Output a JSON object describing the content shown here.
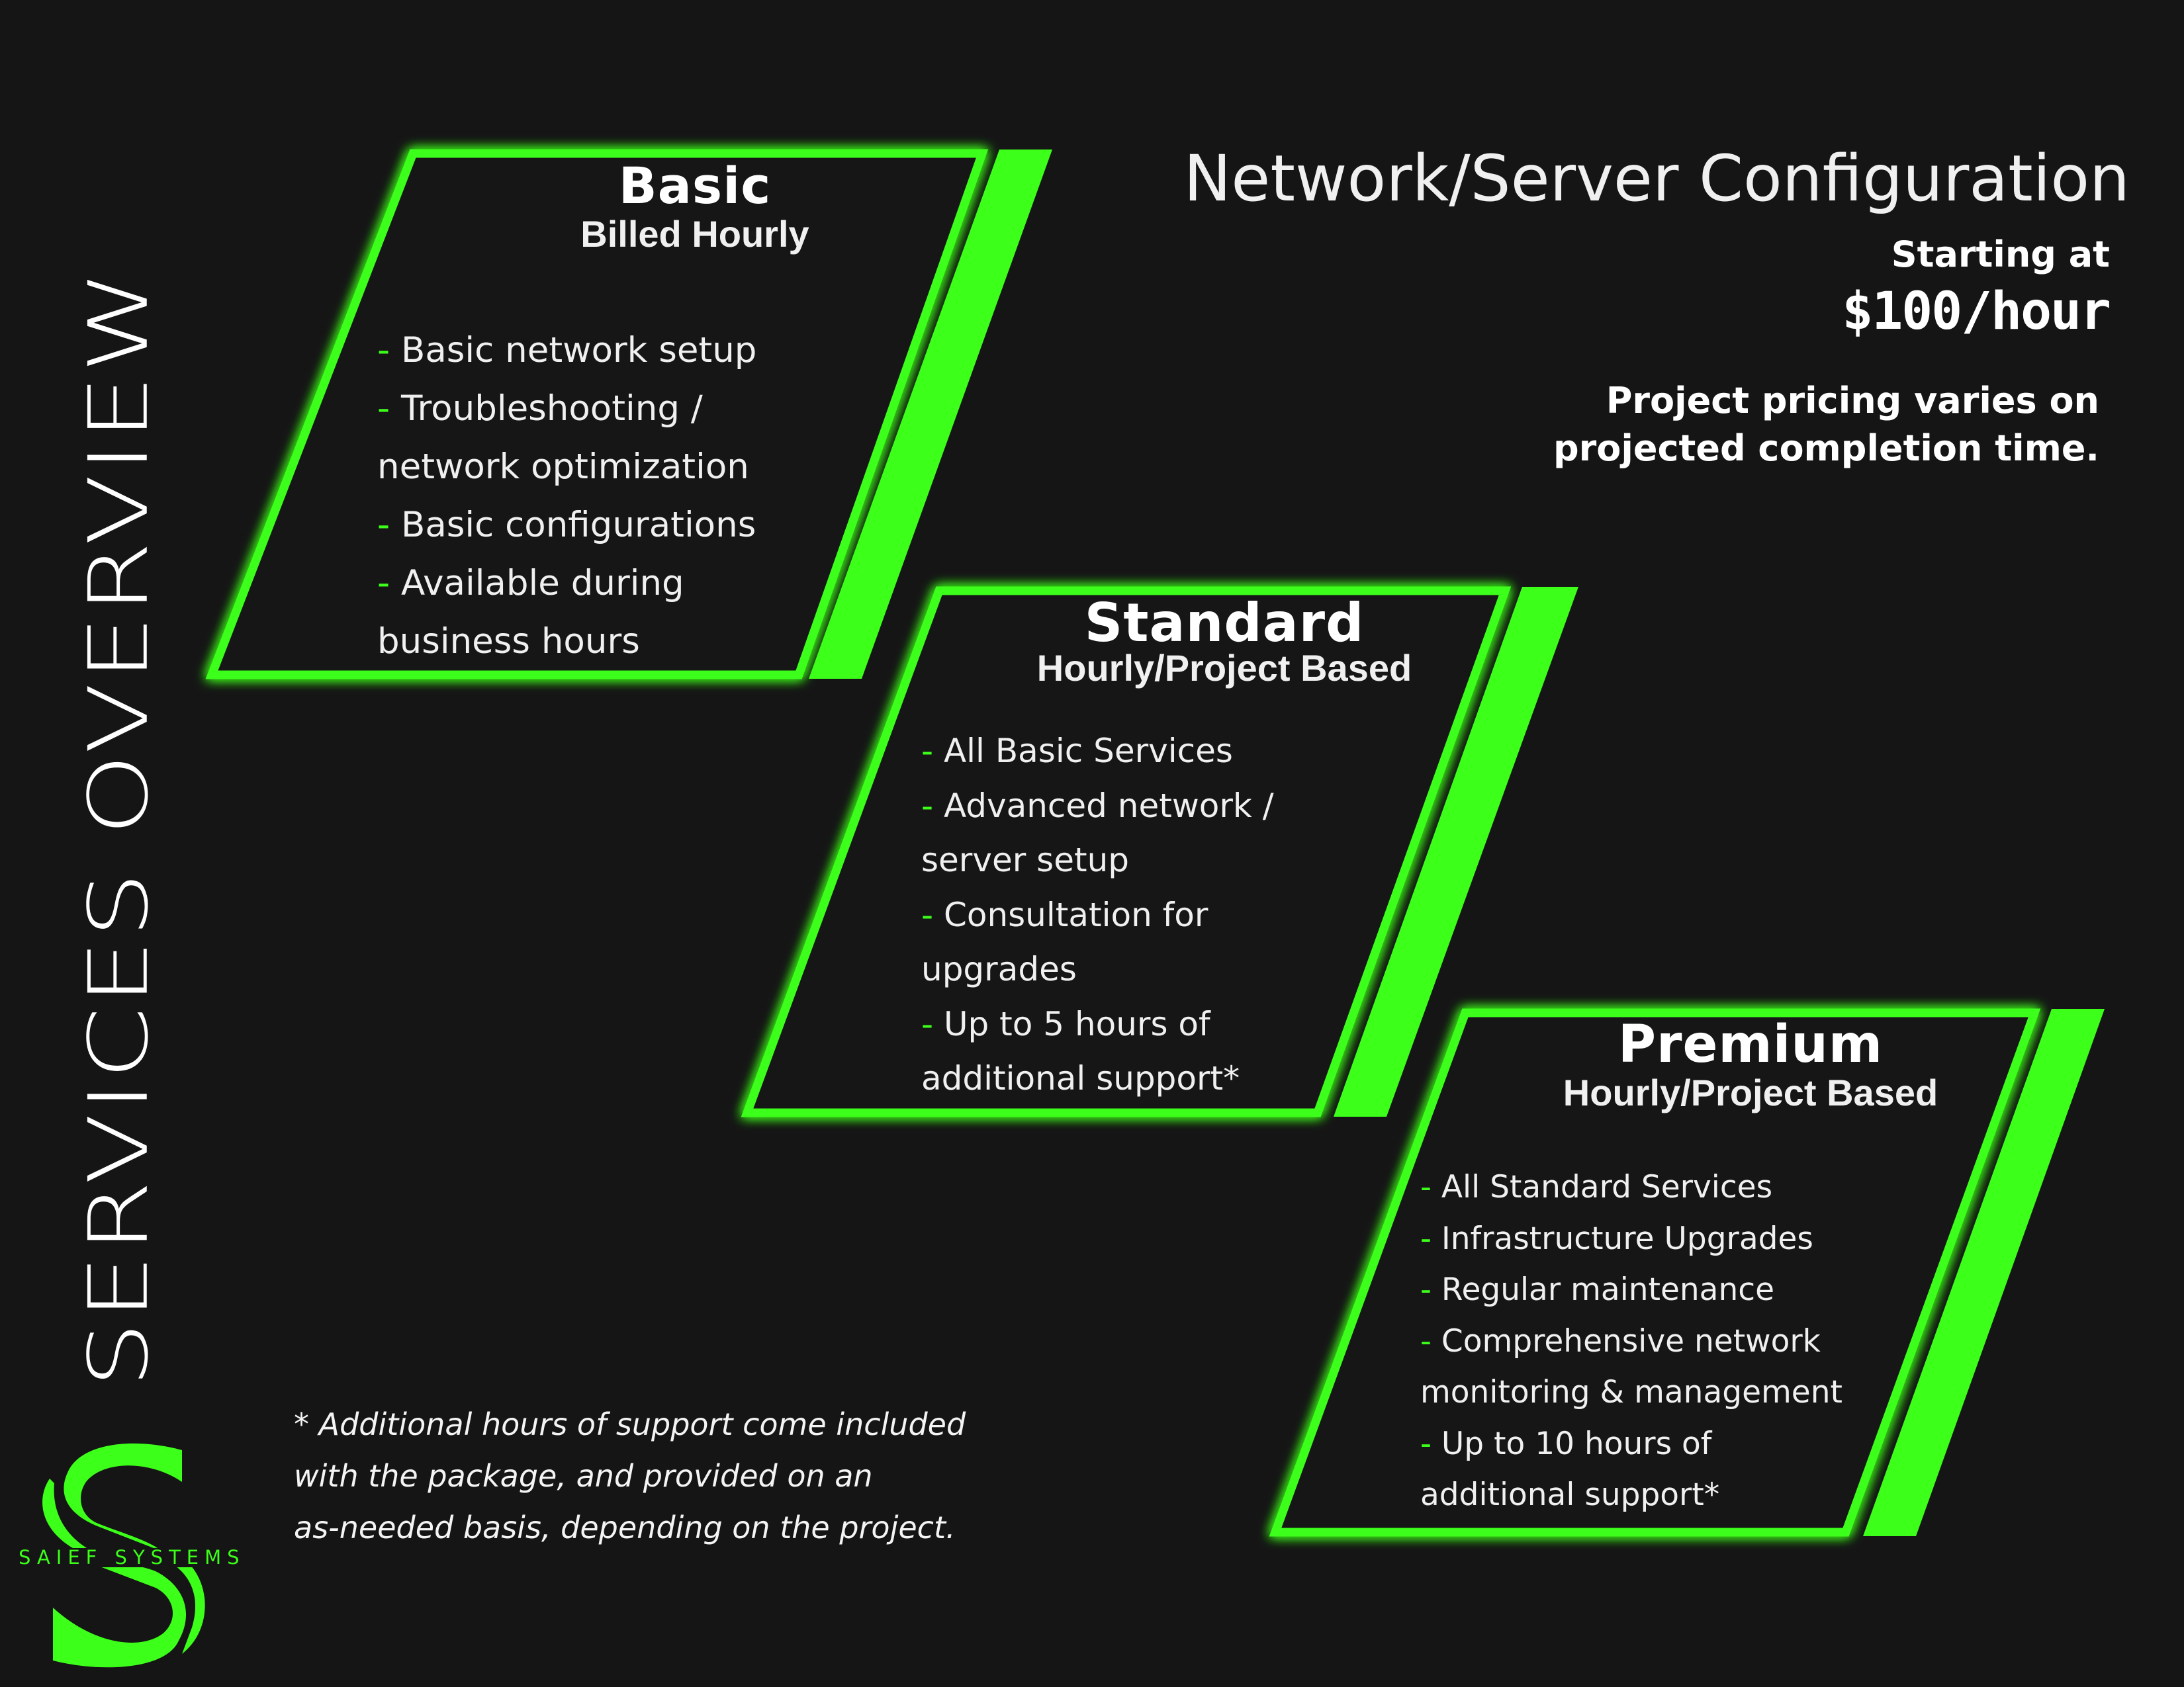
{
  "page_title": "SERVICES OVERVIEW",
  "colors": {
    "accent": "#3cff1a",
    "background": "#151515",
    "text": "#f0f0f0"
  },
  "brand": {
    "name": "SAIEF SYSTEMS",
    "logo_icon": "s-monogram-icon"
  },
  "header": {
    "service_name": "Network/Server Configuration",
    "starting_label": "Starting at",
    "price": "$100/hour",
    "note_lines": [
      "Project pricing varies on",
      "projected completion time."
    ]
  },
  "tiers": [
    {
      "name": "Basic",
      "billing": "Billed Hourly",
      "features": [
        {
          "dash": "-",
          "text": " Basic network setup"
        },
        {
          "dash": "-",
          "text": " Troubleshooting /"
        },
        {
          "dash": "",
          "text": "network optimization"
        },
        {
          "dash": "-",
          "text": " Basic configurations"
        },
        {
          "dash": "-",
          "text": " Available during"
        },
        {
          "dash": "",
          "text": "business hours"
        }
      ]
    },
    {
      "name": "Standard",
      "billing": "Hourly/Project Based",
      "features": [
        {
          "dash": "-",
          "text": " All Basic Services"
        },
        {
          "dash": "-",
          "text": " Advanced network /"
        },
        {
          "dash": "",
          "text": "server setup"
        },
        {
          "dash": "-",
          "text": " Consultation for"
        },
        {
          "dash": "",
          "text": "upgrades"
        },
        {
          "dash": "-",
          "text": " Up to 5 hours of"
        },
        {
          "dash": "",
          "text": "additional support*"
        }
      ]
    },
    {
      "name": "Premium",
      "billing": "Hourly/Project Based",
      "features": [
        {
          "dash": "-",
          "text": " All Standard Services"
        },
        {
          "dash": "-",
          "text": " Infrastructure Upgrades"
        },
        {
          "dash": "-",
          "text": " Regular maintenance"
        },
        {
          "dash": "-",
          "text": " Comprehensive network"
        },
        {
          "dash": "",
          "text": "monitoring & management"
        },
        {
          "dash": "-",
          "text": " Up to 10 hours of"
        },
        {
          "dash": "",
          "text": "additional support*"
        }
      ]
    }
  ],
  "footnote_lines": [
    "* Additional hours of support come included",
    "with the package, and provided on an",
    "as-needed basis, depending on the project."
  ]
}
